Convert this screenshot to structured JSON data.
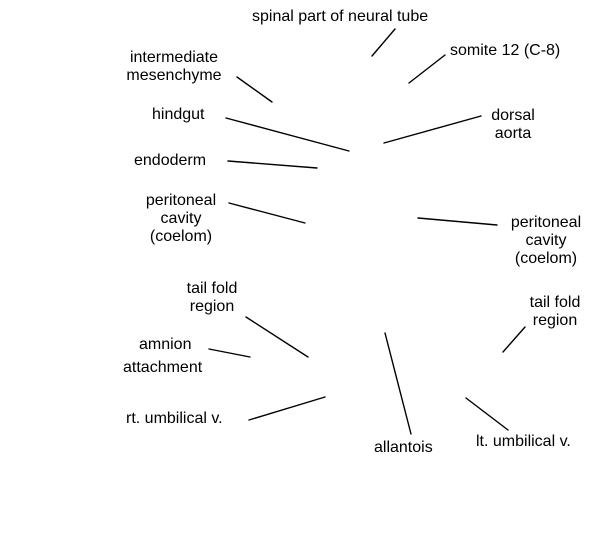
{
  "colors": {
    "text": "#000000",
    "leader": "#000000",
    "background": "#ffffff"
  },
  "labels": {
    "spinal": "spinal part of neural tube",
    "somite": "somite 12 (C-8)",
    "intermediate": [
      "intermediate",
      "mesenchyme"
    ],
    "hindgut": "hindgut",
    "dorsal_aorta": [
      "dorsal",
      "aorta"
    ],
    "endoderm": "endoderm",
    "peritoneal_left": [
      "peritoneal",
      "cavity",
      "(coelom)"
    ],
    "peritoneal_right": [
      "peritoneal",
      "cavity",
      "(coelom)"
    ],
    "tail_fold_left": [
      "tail fold",
      "region"
    ],
    "tail_fold_right": [
      "tail fold",
      "region"
    ],
    "amnion": [
      "amnion",
      "attachment"
    ],
    "rt_umbilical": "rt. umbilical v.",
    "allantois": "allantois",
    "lt_umbilical": "lt. umbilical v."
  }
}
